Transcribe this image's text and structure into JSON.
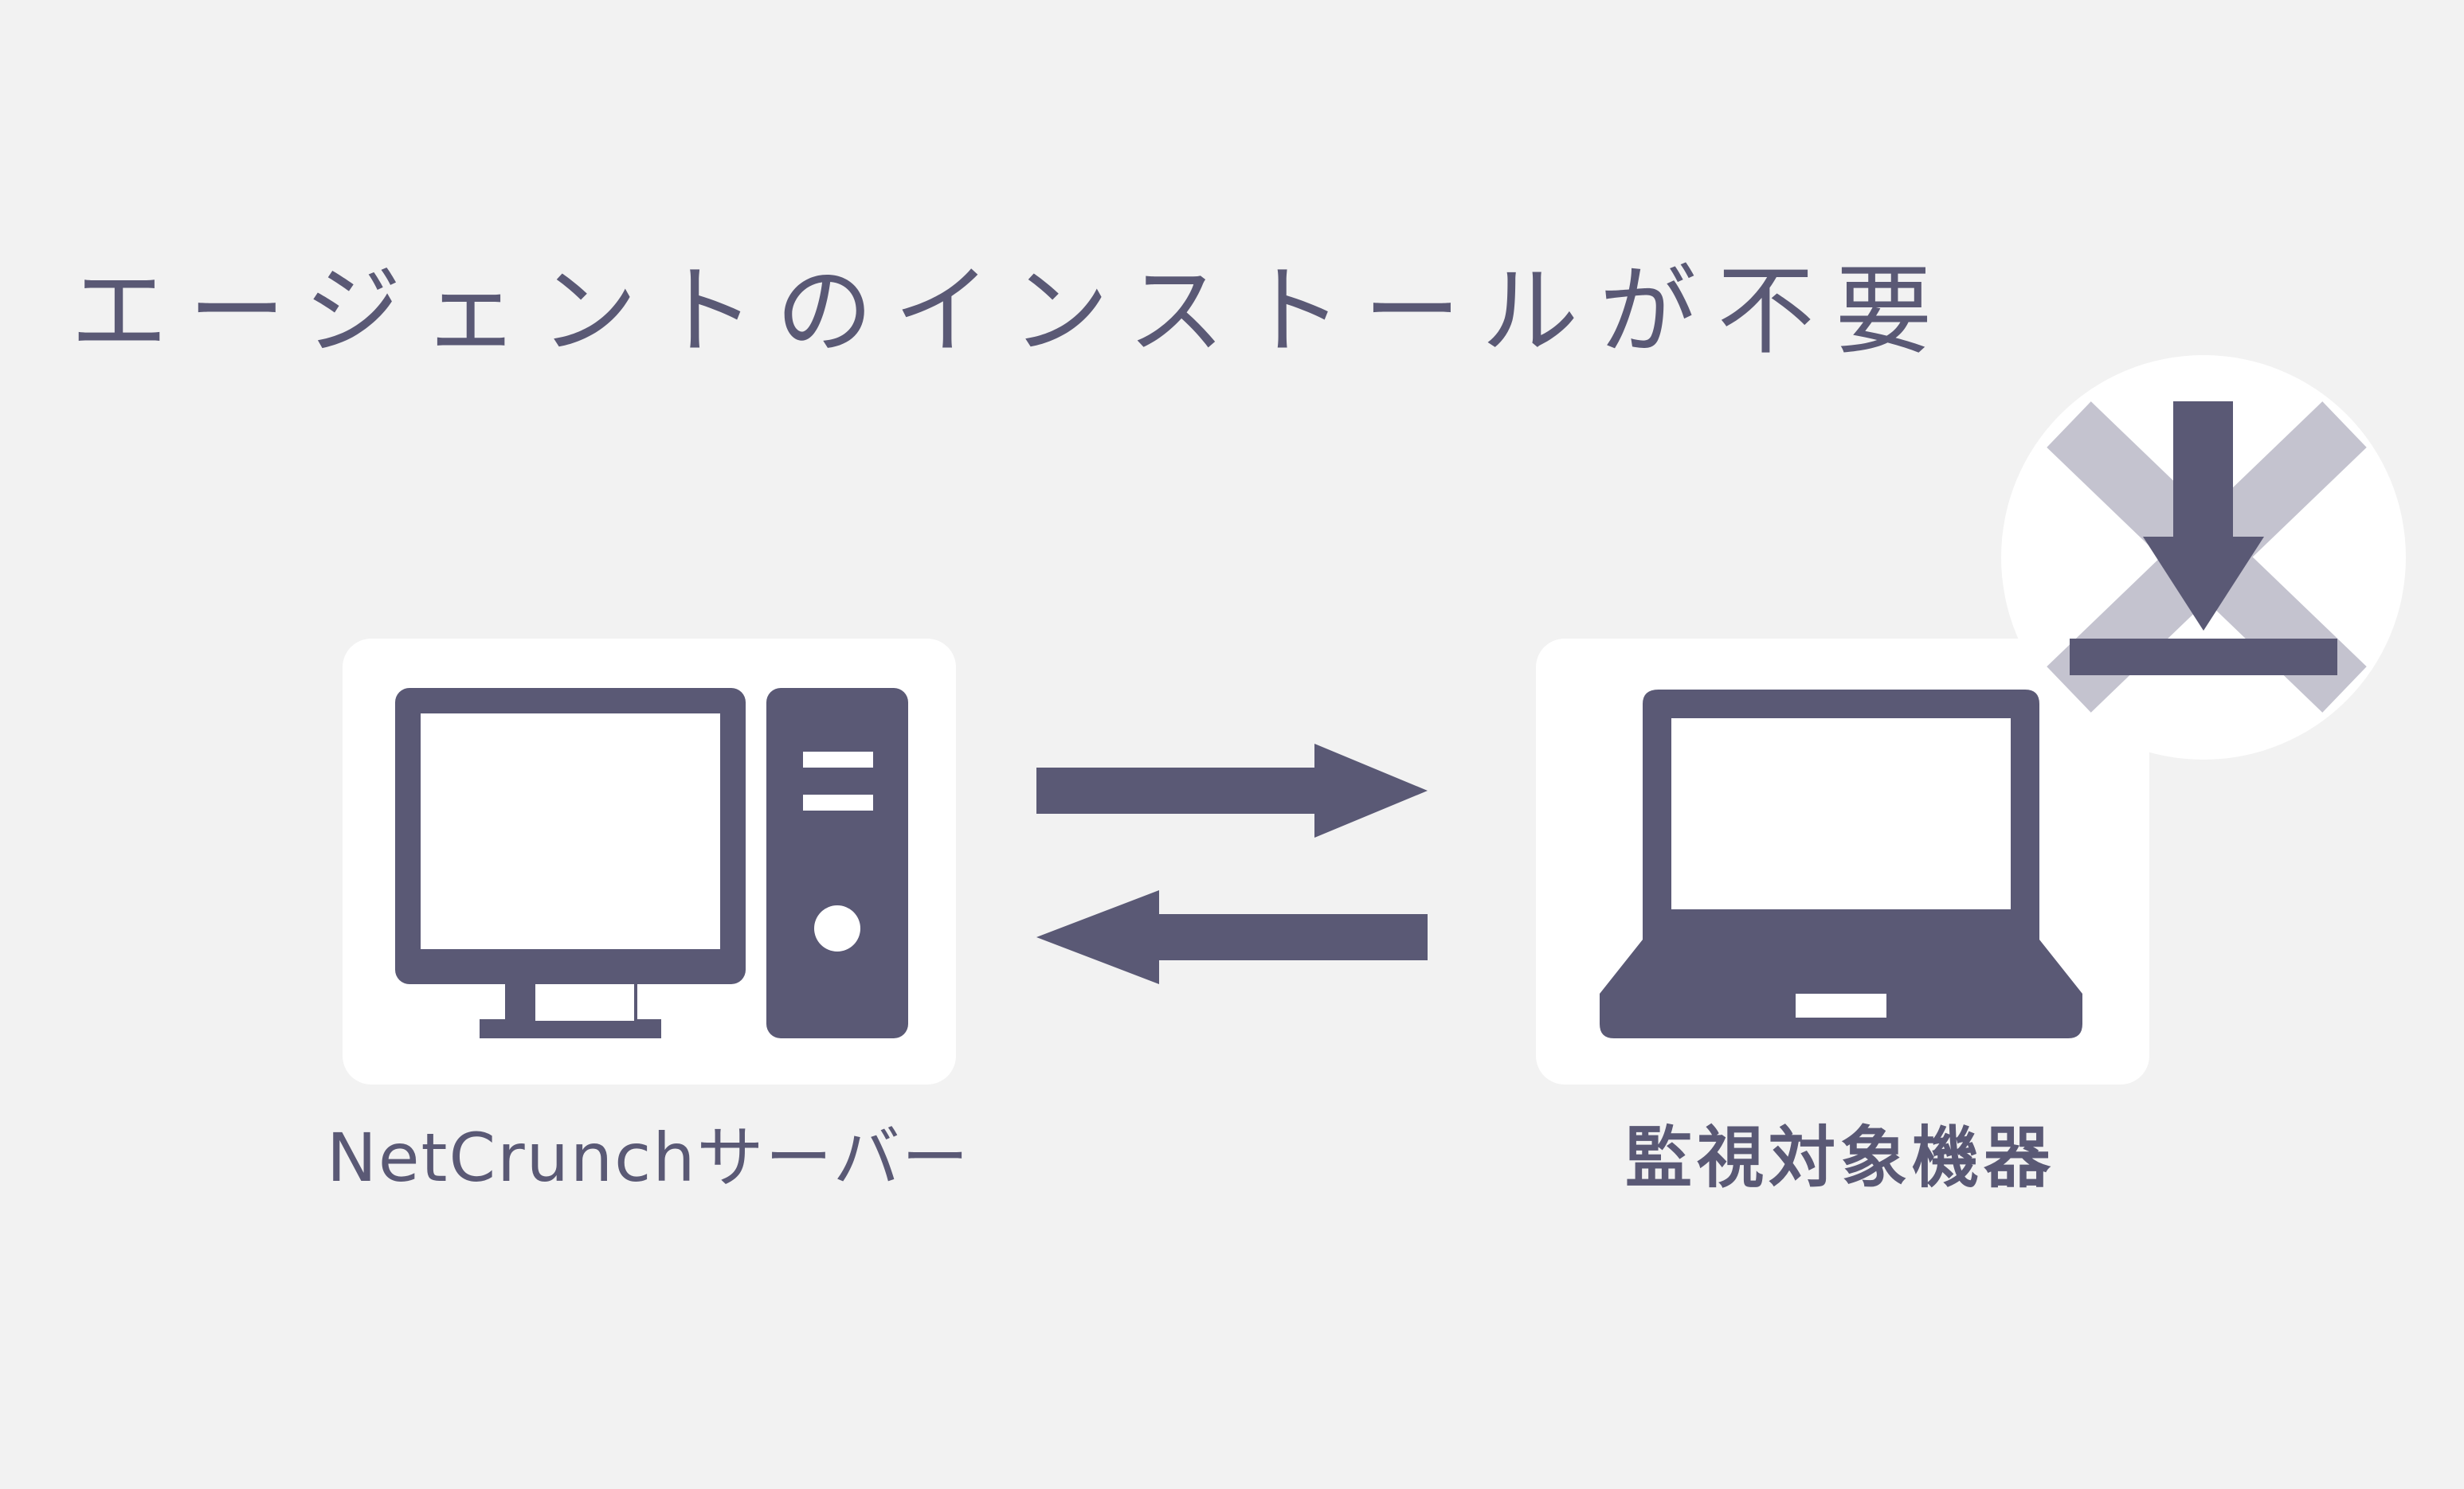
{
  "title": "エージェントのインストールが不要",
  "nodes": {
    "server": {
      "label": "NetCrunchサーバー",
      "icon": "desktop-computer-icon"
    },
    "device": {
      "label": "監視対象機器",
      "icon": "laptop-icon"
    }
  },
  "badge": {
    "icon": "no-install-download-icon"
  },
  "colors": {
    "background": "#f2f2f2",
    "card": "#ffffff",
    "primary": "#5a5975",
    "cross": "#c4c3cf"
  }
}
